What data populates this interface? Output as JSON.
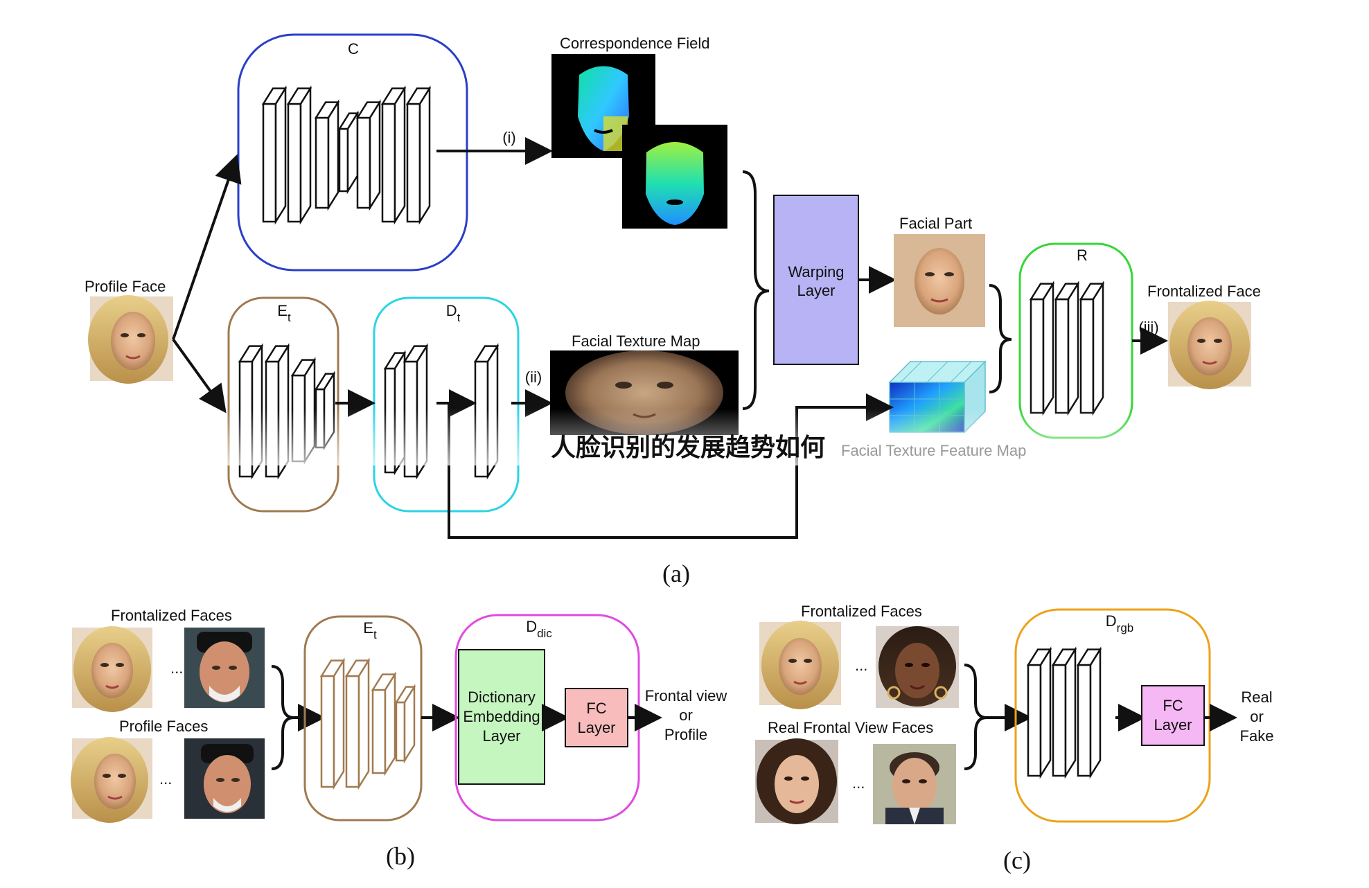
{
  "panel_a": {
    "caption": "(a)",
    "profile_face_label": "Profile Face",
    "module_c": {
      "label": "C"
    },
    "module_et": {
      "label": "E",
      "sub": "t"
    },
    "module_dt": {
      "label": "D",
      "sub": "t"
    },
    "module_r": {
      "label": "R"
    },
    "correspondence_label": "Correspondence Field",
    "facial_texture_map_label": "Facial Texture Map",
    "warping_layer": {
      "line1": "Warping",
      "line2": "Layer"
    },
    "facial_part_label": "Facial Part",
    "frontalized_face_label": "Frontalized Face",
    "texture_feature_map_label": "Facial Texture Feature Map",
    "arrow_i": "(i)",
    "arrow_ii": "(ii)",
    "arrow_iii": "(iii)"
  },
  "panel_b": {
    "caption": "(b)",
    "frontalized_faces_label": "Frontalized Faces",
    "profile_faces_label": "Profile Faces",
    "ellipsis": "...",
    "module_et": {
      "label": "E",
      "sub": "t"
    },
    "module_ddic": {
      "label": "D",
      "sub": "dic"
    },
    "dictionary": {
      "line1": "Dictionary",
      "line2": "Embedding",
      "line3": "Layer"
    },
    "fc": {
      "line1": "FC",
      "line2": "Layer"
    },
    "output": {
      "line1": "Frontal view",
      "line2": "or",
      "line3": "Profile"
    }
  },
  "panel_c": {
    "caption": "(c)",
    "frontalized_faces_label": "Frontalized Faces",
    "real_frontal_label": "Real Frontal View Faces",
    "ellipsis": "...",
    "module_drgb": {
      "label": "D",
      "sub": "rgb"
    },
    "fc": {
      "line1": "FC",
      "line2": "Layer"
    },
    "output": {
      "line1": "Real",
      "line2": "or",
      "line3": "Fake"
    }
  },
  "watermark": "人脸识别的发展趋势如何",
  "colors": {
    "c_module": "#2a3fc8",
    "et_module": "#a07a50",
    "dt_module": "#2ad4e6",
    "r_module": "#36d636",
    "ddic_module": "#e04ae0",
    "drgb_module": "#eda21a",
    "warping_fill": "#b7b3f4",
    "dictionary_fill": "#c6f6c0",
    "fc_b_fill": "#f8bcbc",
    "fc_c_fill": "#f6b8f4",
    "face_bg": "#d8b896"
  }
}
